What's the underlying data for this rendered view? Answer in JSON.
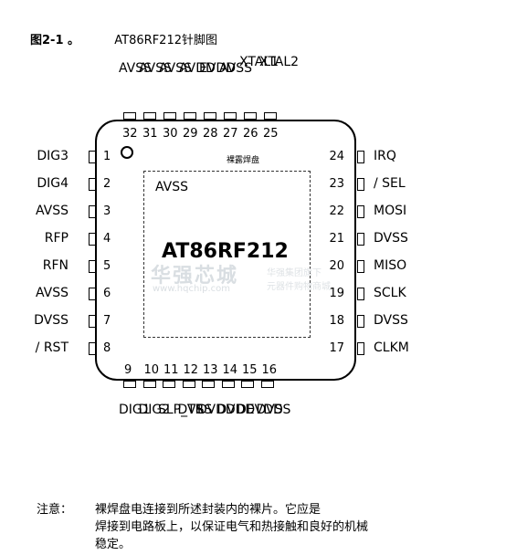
{
  "figure": {
    "label": "图2-1 。",
    "title": "AT86RF212针脚图"
  },
  "chip": {
    "name": "AT86RF212",
    "pad_label": "AVSS",
    "pad_caption": "裸露焊盘"
  },
  "watermark": {
    "main": "华强芯城",
    "sub": "www.hqchip.com",
    "right_1": "华强集团旗下",
    "right_2": "元器件购物商城"
  },
  "pins": {
    "left": [
      {
        "num": "1",
        "label": "DIG3"
      },
      {
        "num": "2",
        "label": "DIG4"
      },
      {
        "num": "3",
        "label": "AVSS"
      },
      {
        "num": "4",
        "label": "RFP"
      },
      {
        "num": "5",
        "label": "RFN"
      },
      {
        "num": "6",
        "label": "AVSS"
      },
      {
        "num": "7",
        "label": "DVSS"
      },
      {
        "num": "8",
        "label": "/ RST"
      }
    ],
    "right": [
      {
        "num": "24",
        "label": "IRQ"
      },
      {
        "num": "23",
        "label": "/ SEL"
      },
      {
        "num": "22",
        "label": "MOSI"
      },
      {
        "num": "21",
        "label": "DVSS"
      },
      {
        "num": "20",
        "label": "MISO"
      },
      {
        "num": "19",
        "label": "SCLK"
      },
      {
        "num": "18",
        "label": "DVSS"
      },
      {
        "num": "17",
        "label": "CLKM"
      }
    ],
    "top": [
      {
        "num": "32",
        "label": "AVSS"
      },
      {
        "num": "31",
        "label": "AVSS"
      },
      {
        "num": "30",
        "label": "AVSS"
      },
      {
        "num": "29",
        "label": "AVDD"
      },
      {
        "num": "28",
        "label": "EVDD"
      },
      {
        "num": "27",
        "label": "AVSS"
      },
      {
        "num": "26",
        "label": "XTAL1"
      },
      {
        "num": "25",
        "label": "XTAL2"
      }
    ],
    "bottom": [
      {
        "num": "9",
        "label": "DIG1"
      },
      {
        "num": "10",
        "label": "DIG2"
      },
      {
        "num": "11",
        "label": "SLP_TR"
      },
      {
        "num": "12",
        "label": "DVSS"
      },
      {
        "num": "13",
        "label": "DVDD"
      },
      {
        "num": "14",
        "label": "DVDD"
      },
      {
        "num": "15",
        "label": "DEVDD"
      },
      {
        "num": "16",
        "label": "DVSS"
      }
    ]
  },
  "note": {
    "label": "注意：",
    "lines": [
      "裸焊盘电连接到所述封装内的裸片。它应是",
      "焊接到电路板上，以保证电气和热接触和良好的机械",
      "稳定。"
    ]
  }
}
